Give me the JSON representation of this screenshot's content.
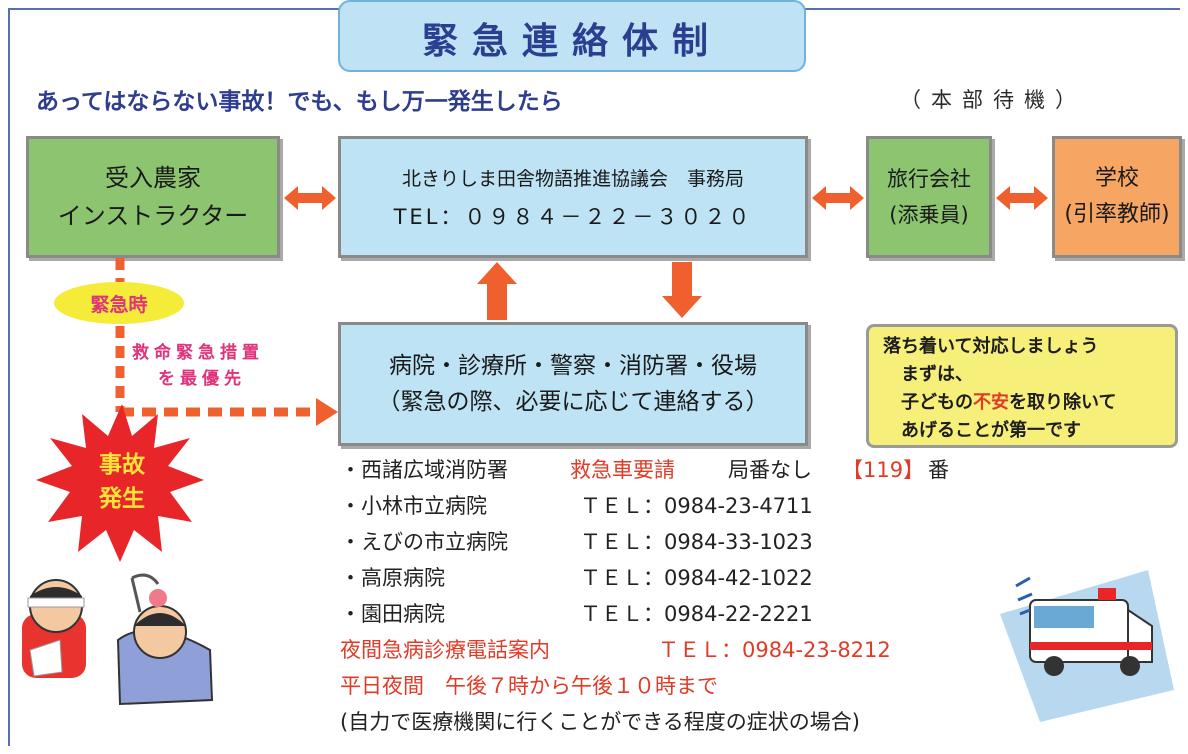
{
  "title": "緊急連絡体制",
  "subtitle": "あってはならない事故！でも、もし万一発生したら",
  "standby": "（本部待機）",
  "boxes": {
    "farm": {
      "line1": "受入農家",
      "line2": "インストラクター"
    },
    "office": {
      "line1": "北きりしま田舎物語推進協議会　事務局",
      "line2": "TEL：０９８４－２２－３０２０"
    },
    "travel": {
      "line1": "旅行会社",
      "line2": "(添乗員)"
    },
    "school": {
      "line1": "学校",
      "line2": "(引率教師)"
    },
    "hospital": {
      "line1": "病院・診療所・警察・消防署・役場",
      "line2": "（緊急の際、必要に応じて連絡する）"
    }
  },
  "emergency": {
    "label": "緊急時",
    "priority_line1": "救命緊急措置",
    "priority_line2": "を最優先"
  },
  "accident": {
    "line1": "事故",
    "line2": "発生"
  },
  "calm": {
    "line1": "落ち着いて対応しましょう",
    "line2": "まずは、",
    "line3_pre": "子どもの",
    "line3_red": "不安",
    "line3_post": "を取り除いて",
    "line4": "あげることが第一です"
  },
  "contacts": {
    "fire": {
      "name": "・西諸広域消防署",
      "request": "救急車要請",
      "note": "局番なし",
      "number": "【119】",
      "suffix": "番"
    },
    "rows": [
      {
        "name": "・小林市立病院",
        "tel": "ＴＥＬ：0984-23-4711"
      },
      {
        "name": "・えびの市立病院",
        "tel": "ＴＥＬ：0984-33-1023"
      },
      {
        "name": "・高原病院",
        "tel": "ＴＥＬ：0984-42-1022"
      },
      {
        "name": "・園田病院",
        "tel": "ＴＥＬ：0984-22-2221"
      }
    ],
    "night": {
      "name": "夜間急病診療電話案内",
      "tel": "ＴＥＬ：0984-23-8212"
    },
    "hours": "平日夜間　午後７時から午後１０時まで",
    "note": "(自力で医療機関に行くことができる程度の症状の場合)"
  },
  "colors": {
    "arrow": "#f0602e",
    "title_text": "#2a3f8f",
    "emergency_text": "#e0337a",
    "burst": "#e8262a"
  },
  "icons": [
    "double-arrow-icon",
    "up-arrow-icon",
    "down-arrow-icon",
    "starburst-icon",
    "injured-children-illustration",
    "ambulance-illustration"
  ]
}
